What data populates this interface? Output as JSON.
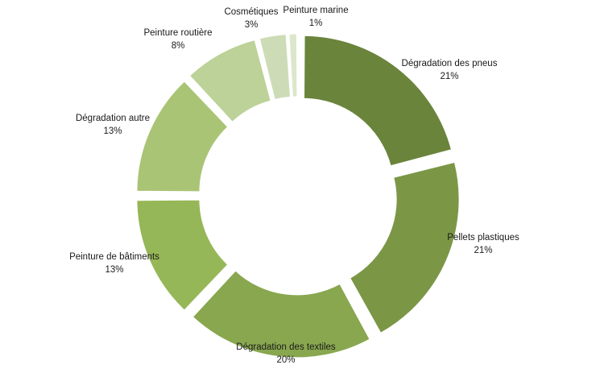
{
  "chart_data": {
    "type": "pie",
    "variant": "donut-exploded",
    "title": "",
    "legend": "none",
    "categories": [
      "Dégradation des pneus",
      "Pellets plastiques",
      "Dégradation des textiles",
      "Peinture de bâtiments",
      "Dégradation autre",
      "Peinture routière",
      "Cosmétiques",
      "Peinture marine"
    ],
    "values": [
      21,
      21,
      20,
      13,
      13,
      8,
      3,
      1
    ],
    "value_labels": [
      "21%",
      "21%",
      "20%",
      "13%",
      "13%",
      "8%",
      "3%",
      "1%"
    ],
    "colors": [
      "#6a843b",
      "#7b9746",
      "#88a74f",
      "#96b757",
      "#a9c475",
      "#bcd298",
      "#cddcb6",
      "#dbe6cb"
    ]
  }
}
